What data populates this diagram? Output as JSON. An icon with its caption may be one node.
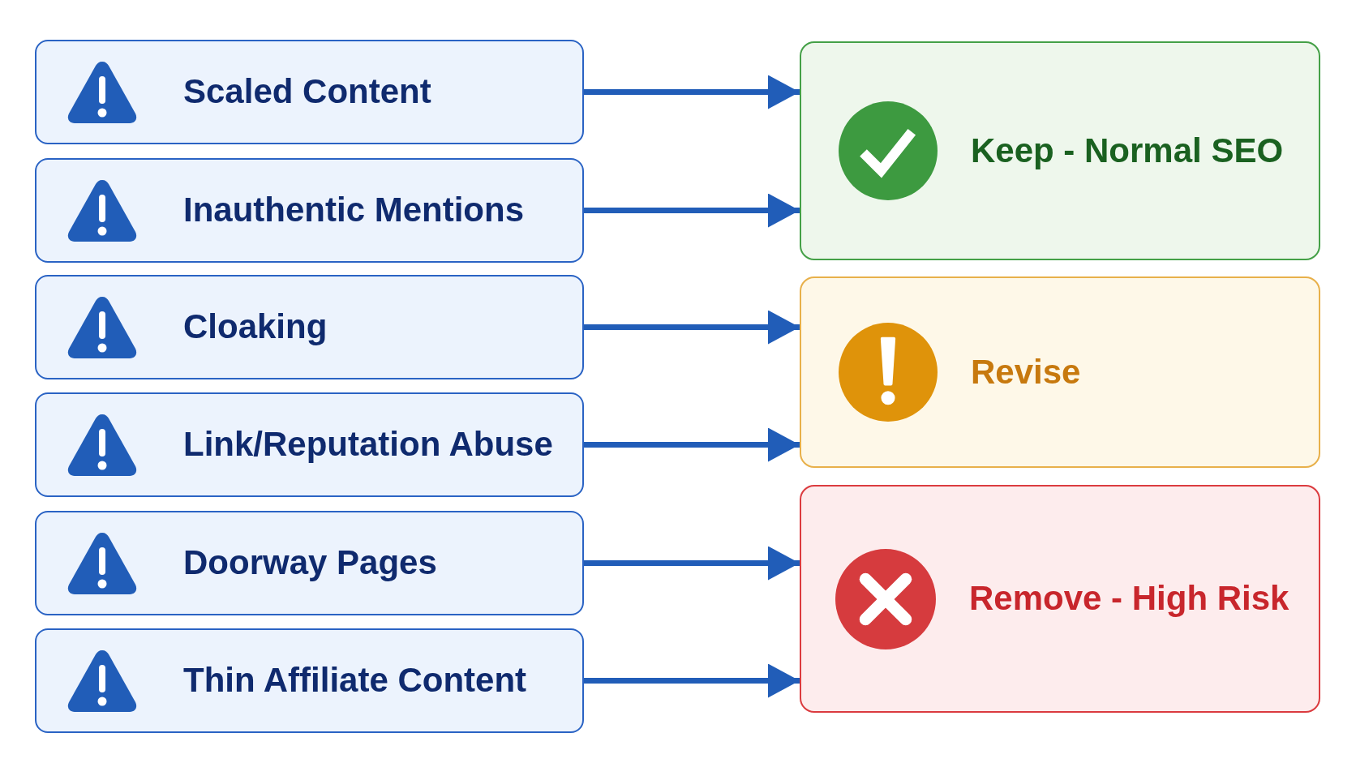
{
  "diagram": {
    "nodes": [
      {
        "text": [
          "Scaled Content"
        ]
      },
      {
        "text": [
          "Inauthentic Mentions"
        ]
      },
      {
        "text": [
          "Cloaking"
        ]
      },
      {
        "text": [
          "Link/Reputation Abuse"
        ]
      },
      {
        "text": [
          "Doorway Pages"
        ]
      },
      {
        "text": [
          "Thin Affiliate Content"
        ]
      },
      {
        "text": [
          "Keep - Normal SEO"
        ]
      },
      {
        "text": [
          "Revise"
        ]
      },
      {
        "text": [
          "Remove - High Risk"
        ]
      }
    ],
    "edges": [
      {
        "from": 0,
        "to": 6,
        "arrow": "to"
      },
      {
        "from": 1,
        "to": 6,
        "arrow": "to"
      },
      {
        "from": 2,
        "to": 7,
        "arrow": "to"
      },
      {
        "from": 3,
        "to": 7,
        "arrow": "to"
      },
      {
        "from": 4,
        "to": 8,
        "arrow": "to"
      },
      {
        "from": 5,
        "to": 8,
        "arrow": "to"
      }
    ]
  }
}
